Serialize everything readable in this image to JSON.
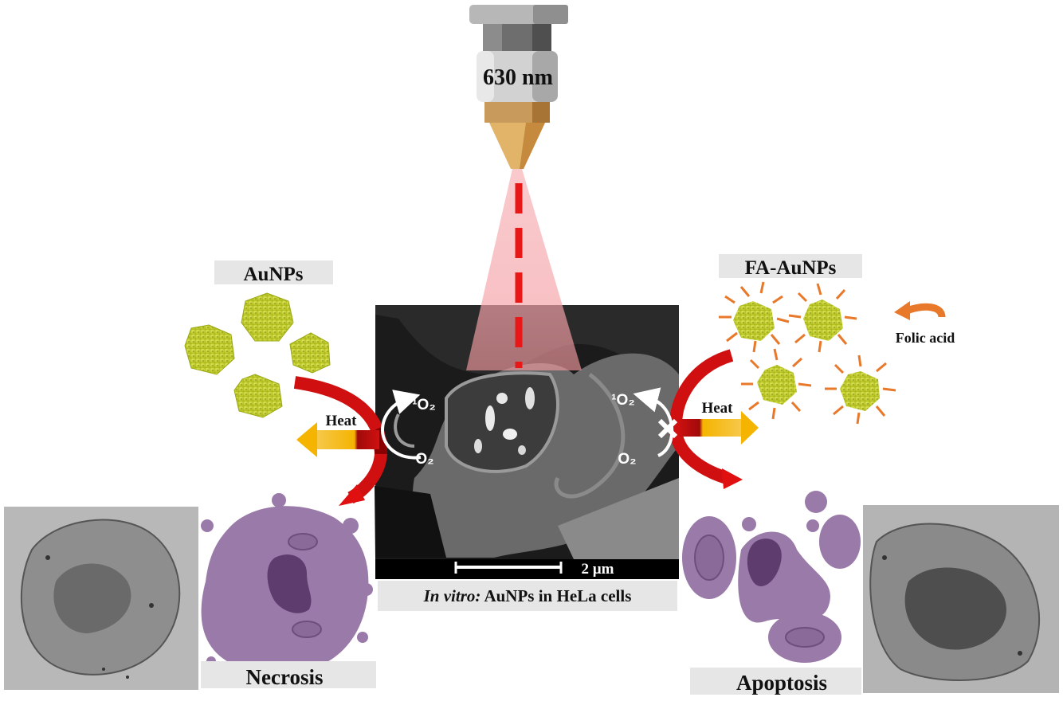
{
  "laser": {
    "wavelength": "630 nm"
  },
  "left": {
    "particles_label": "AuNPs",
    "heat_label": "Heat",
    "outcome_label": "Necrosis"
  },
  "right": {
    "particles_label": "FA-AuNPs",
    "ligand_label": "Folic acid",
    "heat_label": "Heat",
    "outcome_label": "Apoptosis"
  },
  "center": {
    "scale_bar": "2 µm",
    "caption_italic": "In vitro:",
    "caption_rest": " AuNPs in HeLa cells",
    "singlet_oxygen": "¹O₂",
    "oxygen": "O₂"
  },
  "colors": {
    "gold_particle": "#c8d62a",
    "arrow_red": "#e01010",
    "heat_yellow": "#f4b400",
    "cell_purple": "#9a7aa8",
    "folic_orange": "#e8782a"
  }
}
